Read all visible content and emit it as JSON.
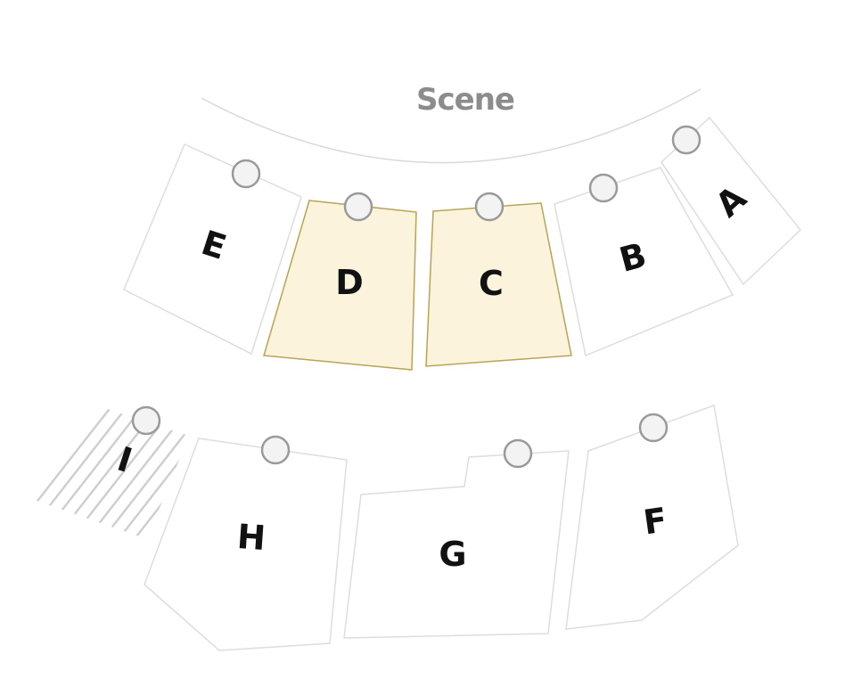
{
  "stage": {
    "label": "Scene",
    "label_color": "#8c8c8c"
  },
  "colors": {
    "available_fill": "#ffffff",
    "available_stroke": "#dddddd",
    "selected_fill": "#fbf3dc",
    "selected_stroke": "#b8a455",
    "unavailable_hatch": "#cfcfcf",
    "label_color": "#111111",
    "marker_fill": "#f3f3f3",
    "marker_stroke": "#9a9a9a"
  },
  "sections": [
    {
      "id": "A",
      "label": "A",
      "state": "available"
    },
    {
      "id": "B",
      "label": "B",
      "state": "available"
    },
    {
      "id": "C",
      "label": "C",
      "state": "selected"
    },
    {
      "id": "D",
      "label": "D",
      "state": "selected"
    },
    {
      "id": "E",
      "label": "E",
      "state": "available"
    },
    {
      "id": "F",
      "label": "F",
      "state": "available"
    },
    {
      "id": "G",
      "label": "G",
      "state": "available"
    },
    {
      "id": "H",
      "label": "H",
      "state": "available"
    },
    {
      "id": "I",
      "label": "I",
      "state": "unavailable"
    }
  ],
  "marker_icon": "circle-marker-icon"
}
